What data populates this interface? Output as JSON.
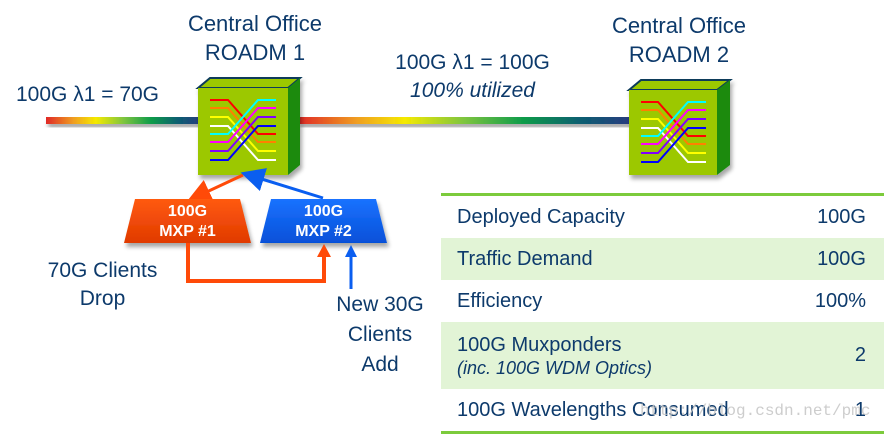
{
  "nodes": {
    "roadm1": {
      "title_line1": "Central Office",
      "title_line2": "ROADM 1"
    },
    "roadm2": {
      "title_line1": "Central Office",
      "title_line2": "ROADM 2"
    }
  },
  "links": {
    "left_label": "100G λ1 = 70G",
    "middle_label": "100G λ1 = 100G",
    "middle_sublabel": "100% utilized"
  },
  "muxponders": [
    {
      "line1": "100G",
      "line2": "MXP #1",
      "color": "#ff4a08"
    },
    {
      "line1": "100G",
      "line2": "MXP #2",
      "color": "#0a5ef0"
    }
  ],
  "clients": {
    "drop_line1": "70G Clients",
    "drop_line2": "Drop",
    "add_line1": "New 30G",
    "add_line2": "Clients",
    "add_line3": "Add"
  },
  "stats_table": [
    {
      "label": "Deployed Capacity",
      "value": "100G"
    },
    {
      "label": "Traffic Demand",
      "value": "100G"
    },
    {
      "label": "Efficiency",
      "value": "100%"
    },
    {
      "label": "100G Muxponders",
      "sublabel": "(inc. 100G WDM Optics)",
      "value": "2"
    },
    {
      "label": "100G Wavelengths Consumed",
      "value": "1"
    }
  ],
  "watermark": "http://blog.csdn.net/pmc",
  "colors": {
    "text": "#0d3a6b",
    "accent_green": "#7ccb3c",
    "row_shade": "#e2f4d6",
    "roadm_face": "#9cc800",
    "roadm_side": "#1c8a10",
    "mxp1": "#ff4a08",
    "mxp2": "#0a5ef0"
  }
}
